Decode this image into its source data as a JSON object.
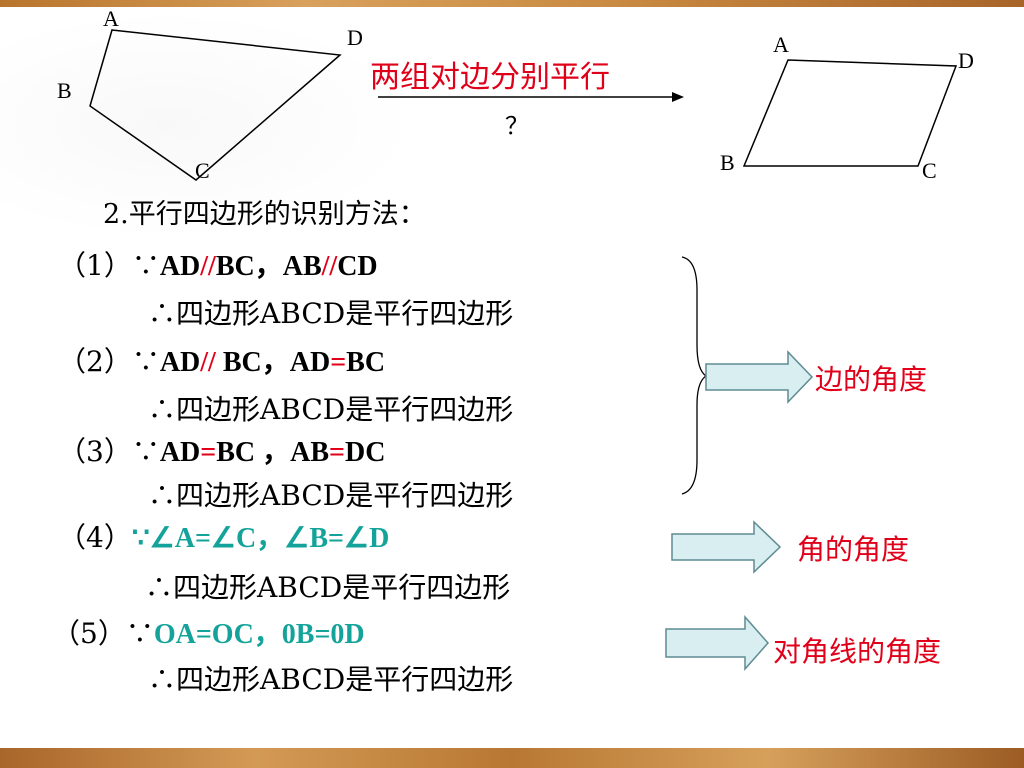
{
  "figure_left": {
    "labels": {
      "A": "A",
      "B": "B",
      "C": "C",
      "D": "D"
    }
  },
  "figure_right": {
    "labels": {
      "A": "A",
      "B": "B",
      "C": "C",
      "D": "D"
    }
  },
  "arrow_caption": "两组对边分别平行",
  "question_mark": "？",
  "heading": "2.平行四边形的识别方法：",
  "conclusion": "∴四边形ABCD是平行四边形",
  "methods": [
    {
      "num": "（1）∵",
      "parts": [
        "AD",
        "//",
        "BC，AB",
        "//",
        "CD"
      ]
    },
    {
      "num": "（2）∵",
      "parts": [
        "AD",
        "//",
        " BC，AD",
        "=",
        "BC"
      ]
    },
    {
      "num": "（3）∵",
      "parts": [
        "AD",
        "=",
        "BC ，AB",
        "=",
        "DC"
      ]
    },
    {
      "num": "（4）",
      "cond": "∵∠A=∠C，∠B=∠D"
    },
    {
      "num": "（5）∵",
      "cond": "OA=OC，0B=0D"
    }
  ],
  "categories": {
    "side": "边的角度",
    "angle": "角的角度",
    "diagonal": "对角线的角度"
  },
  "colors": {
    "accent_red": "#e0001a",
    "teal": "#13a39a",
    "arrow_fill": "#d8eef0",
    "arrow_stroke": "#5d8b92"
  }
}
